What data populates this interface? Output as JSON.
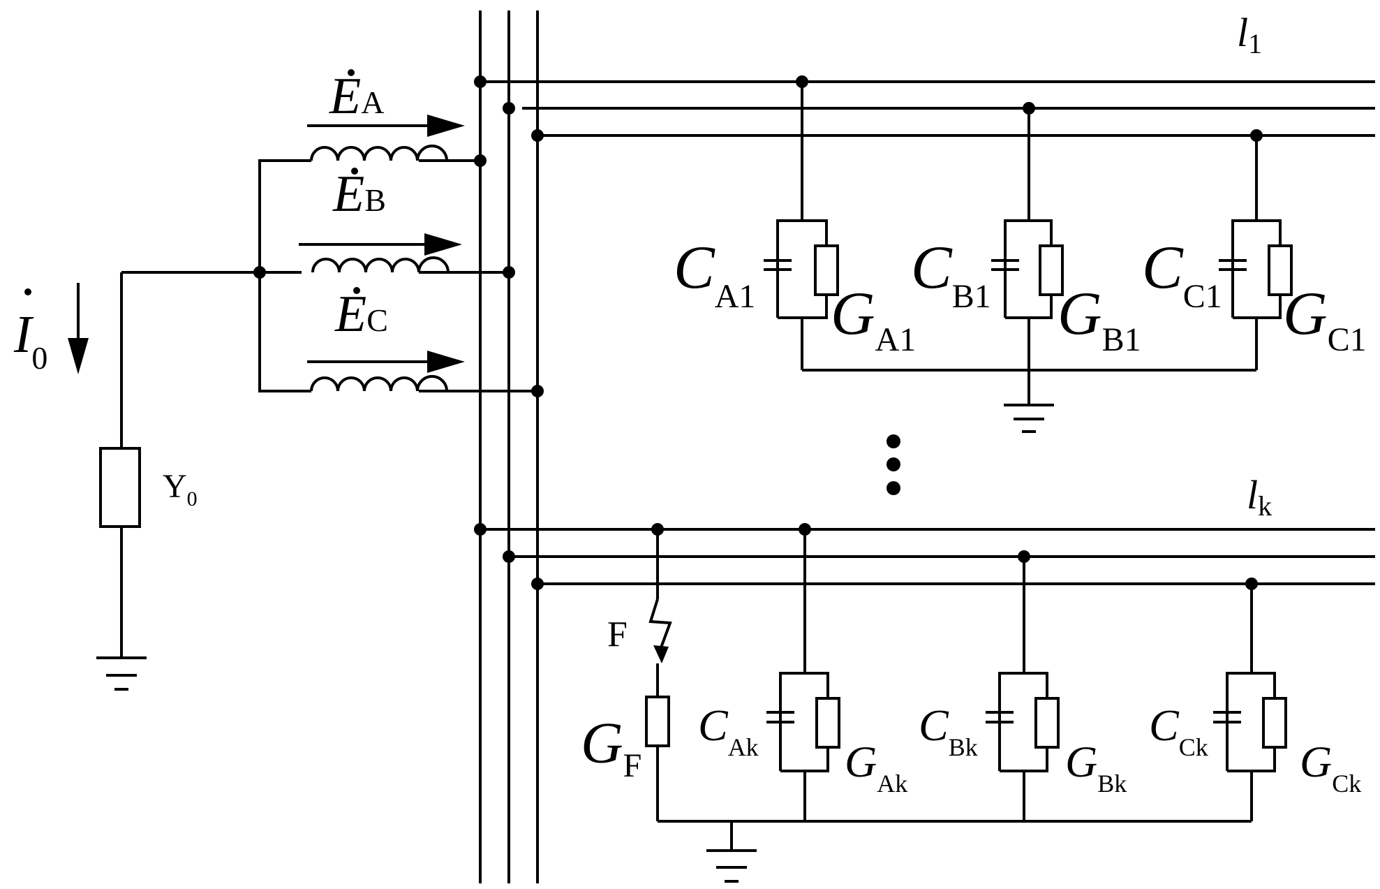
{
  "source": {
    "ea": {
      "sym": "E",
      "sub": "A"
    },
    "eb": {
      "sym": "E",
      "sub": "B"
    },
    "ec": {
      "sym": "E",
      "sub": "C"
    },
    "i0": {
      "sym": "I",
      "sub": "0"
    },
    "y0": {
      "sym": "Y",
      "sub": "0"
    }
  },
  "lines": {
    "l1": {
      "sym": "l",
      "sub": "1"
    },
    "lk": {
      "sym": "l",
      "sub": "k"
    }
  },
  "line1_elements": {
    "ca1": {
      "sym": "C",
      "sub": "A1"
    },
    "cb1": {
      "sym": "C",
      "sub": "B1"
    },
    "cc1": {
      "sym": "C",
      "sub": "C1"
    },
    "ga1": {
      "sym": "G",
      "sub": "A1"
    },
    "gb1": {
      "sym": "G",
      "sub": "B1"
    },
    "gc1": {
      "sym": "G",
      "sub": "C1"
    }
  },
  "linek_elements": {
    "cak": {
      "sym": "C",
      "sub": "Ak"
    },
    "cbk": {
      "sym": "C",
      "sub": "Bk"
    },
    "cck": {
      "sym": "C",
      "sub": "Ck"
    },
    "gak": {
      "sym": "G",
      "sub": "Ak"
    },
    "gbk": {
      "sym": "G",
      "sub": "Bk"
    },
    "gck": {
      "sym": "G",
      "sub": "Ck"
    }
  },
  "fault": {
    "label": "F",
    "gf": {
      "sym": "G",
      "sub": "F"
    }
  }
}
